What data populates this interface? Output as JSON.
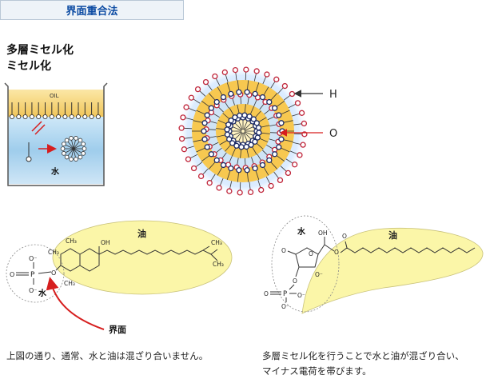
{
  "header": {
    "title": "界面重合法"
  },
  "left_heading": {
    "line1": "多層ミセル化",
    "line2": "ミセル化"
  },
  "beaker": {
    "oil_label": "OIL",
    "water_label": "水"
  },
  "micelle": {
    "h_label": "H",
    "o_label": "O"
  },
  "vitamin_e": {
    "oil_label": "油",
    "water_label": "水",
    "interface_label": "界面",
    "oh_label": "OH",
    "o_label": "O",
    "p_label": "P",
    "o_minus_label": "O⁻",
    "ch3_label": "CH₃",
    "ch3_dot_label": "CH₃"
  },
  "vitamin_c": {
    "oil_label": "油",
    "water_label": "水",
    "oh_label": "OH",
    "o_label": "O",
    "p_label": "P",
    "o_minus_label": "O⁻"
  },
  "captions": {
    "left": "上図の通り、通常、水と油は混ざり合いません。",
    "right_line1": "多層ミセル化を行うことで水と油が混ざり合い、",
    "right_line2": "マイナス電荷を帯びます。"
  },
  "colors": {
    "accent_blue": "#0b4aa2",
    "oil_yellow": "#f6e9a0",
    "oil_orange": "#f5b73a",
    "water_blue": "#a9d4ef",
    "arrow_red": "#d61e1e",
    "head_red": "#c0253a",
    "head_navy": "#1b2a66"
  }
}
